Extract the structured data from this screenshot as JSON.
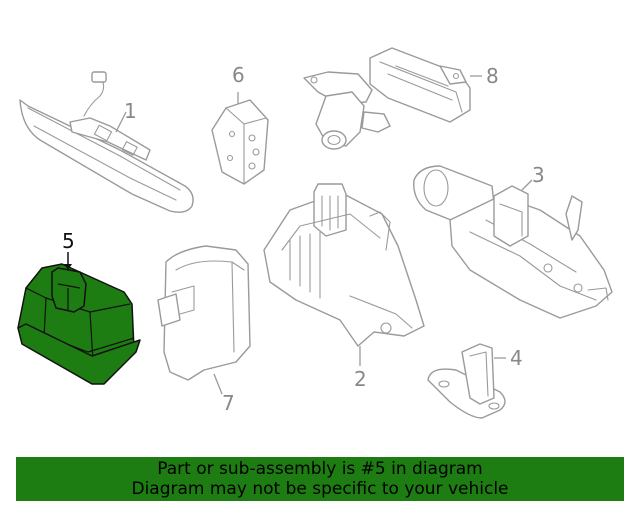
{
  "callouts": {
    "part_1": "1",
    "part_2": "2",
    "part_3": "3",
    "part_4": "4",
    "part_5": "5",
    "part_6": "6",
    "part_7": "7",
    "part_8": "8"
  },
  "highlighted_part": "5",
  "colors": {
    "highlight_fill": "#1e7d12",
    "banner_background": "#1e7d12",
    "line_art": "#9a9a9a"
  },
  "banner": {
    "line1": "Part or sub-assembly is #5 in diagram",
    "line2": "Diagram may not be specific to your vehicle"
  }
}
